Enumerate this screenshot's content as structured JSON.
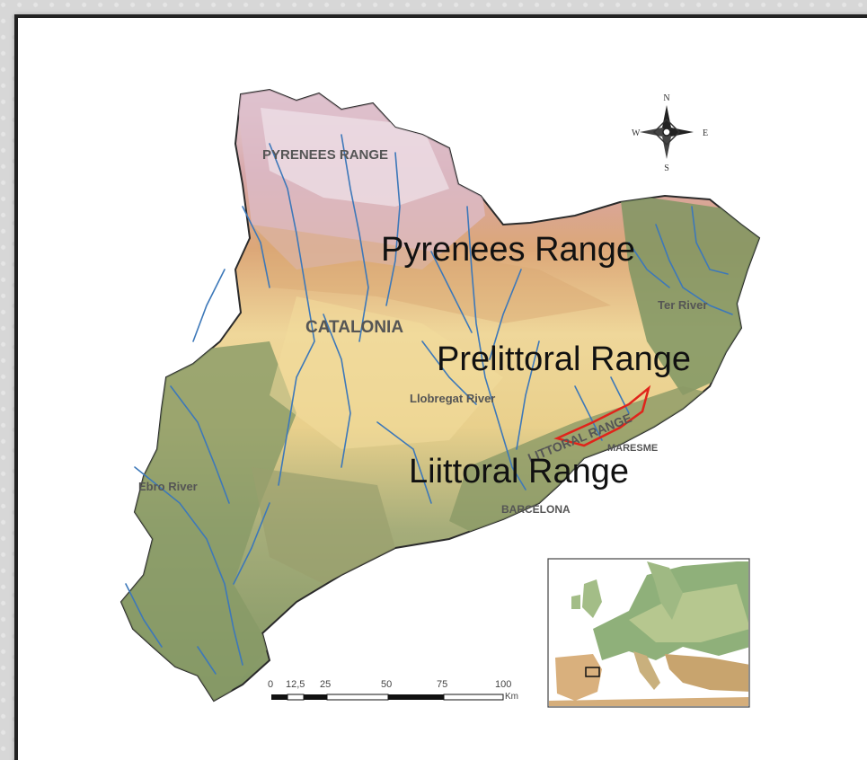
{
  "map": {
    "labels": {
      "pyrenees_small": "PYRENEES RANGE",
      "catalonia": "CATALONIA",
      "ter_river": "Ter River",
      "llobregat_river": "Llobregat River",
      "ebro_river": "Ebro River",
      "barcelona": "BARCELONA",
      "maresme": "MARESME",
      "littoral_small": "LITTORAL RANGE",
      "pyrenees_big": "Pyrenees  Range",
      "prelittoral_big": "Prelittoral  Range",
      "liittoral_big": "Liittoral  Range"
    },
    "compass": {
      "n": "N",
      "s": "S",
      "e": "E",
      "w": "W"
    },
    "scale_bar": {
      "ticks": [
        "0",
        "12,5",
        "25",
        "50",
        "75",
        "100"
      ],
      "unit": "Km"
    },
    "colors": {
      "lowland_green": "#7f9563",
      "plain_yellow": "#eedc9a",
      "mid_tan": "#d9a873",
      "high_pink": "#dcbcca",
      "river_blue": "#3d78b9",
      "maresme_outline": "#e0241b"
    }
  }
}
